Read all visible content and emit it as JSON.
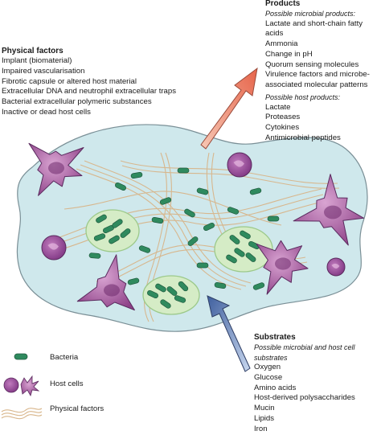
{
  "physical_factors": {
    "heading": "Physical factors",
    "items": [
      "Implant (biomaterial)",
      "Impaired vascularisation",
      "Fibrotic capsule or altered host material",
      "Extracellular DNA and neutrophil extracellular traps",
      "Bacterial extracellular polymeric substances",
      "Inactive or dead host cells"
    ]
  },
  "products": {
    "heading": "Products",
    "microbial_subheading": "Possible microbial products:",
    "microbial_items": [
      "Lactate and short-chain fatty acids",
      "Ammonia",
      "Change in pH",
      "Quorum sensing molecules",
      "Virulence factors and microbe-",
      "associated molecular patterns"
    ],
    "host_subheading": "Possible host products:",
    "host_items": [
      "Lactate",
      "Proteases",
      "Cytokines",
      "Antimicrobial peptides"
    ]
  },
  "substrates": {
    "heading": "Substrates",
    "subheading": "Possible microbial and host cell substrates",
    "items": [
      "Oxygen",
      "Glucose",
      "Amino acids",
      "Host-derived polysaccharides",
      "Mucin",
      "Lipids",
      "Iron"
    ]
  },
  "legend": {
    "bacteria": "Bacteria",
    "host_cells": "Host cells",
    "physical_factors": "Physical factors"
  },
  "colors": {
    "tissue": "#cfe8ec",
    "bacteria": "#2f8a5e",
    "biofilm": "#d5ecc6",
    "host_cell": "#a24f9a",
    "neutrophil": "#8a3e8c",
    "fiber": "#d8b58a",
    "arrow_products": "#ef8f72",
    "arrow_substrates": "#6e8cc0"
  }
}
